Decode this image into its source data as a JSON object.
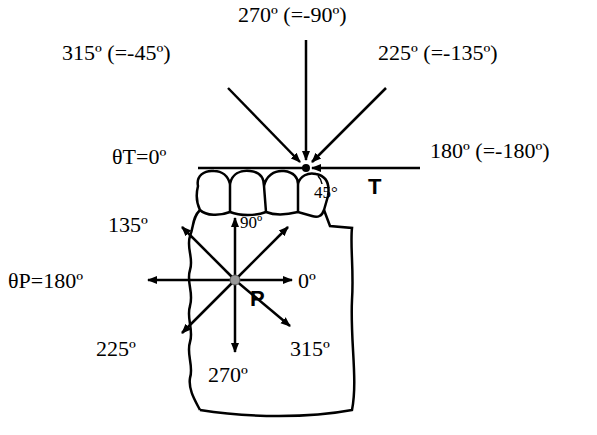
{
  "diagram": {
    "labels": [
      "270º (=-90º)",
      "315º (=-45º)",
      "225º (=-135º)",
      "θT=0º",
      "180º (=-180º)",
      "T",
      "45°",
      "135º",
      "90º",
      "θP=180º",
      "P",
      "0º",
      "225º",
      "270º",
      "315º"
    ]
  }
}
